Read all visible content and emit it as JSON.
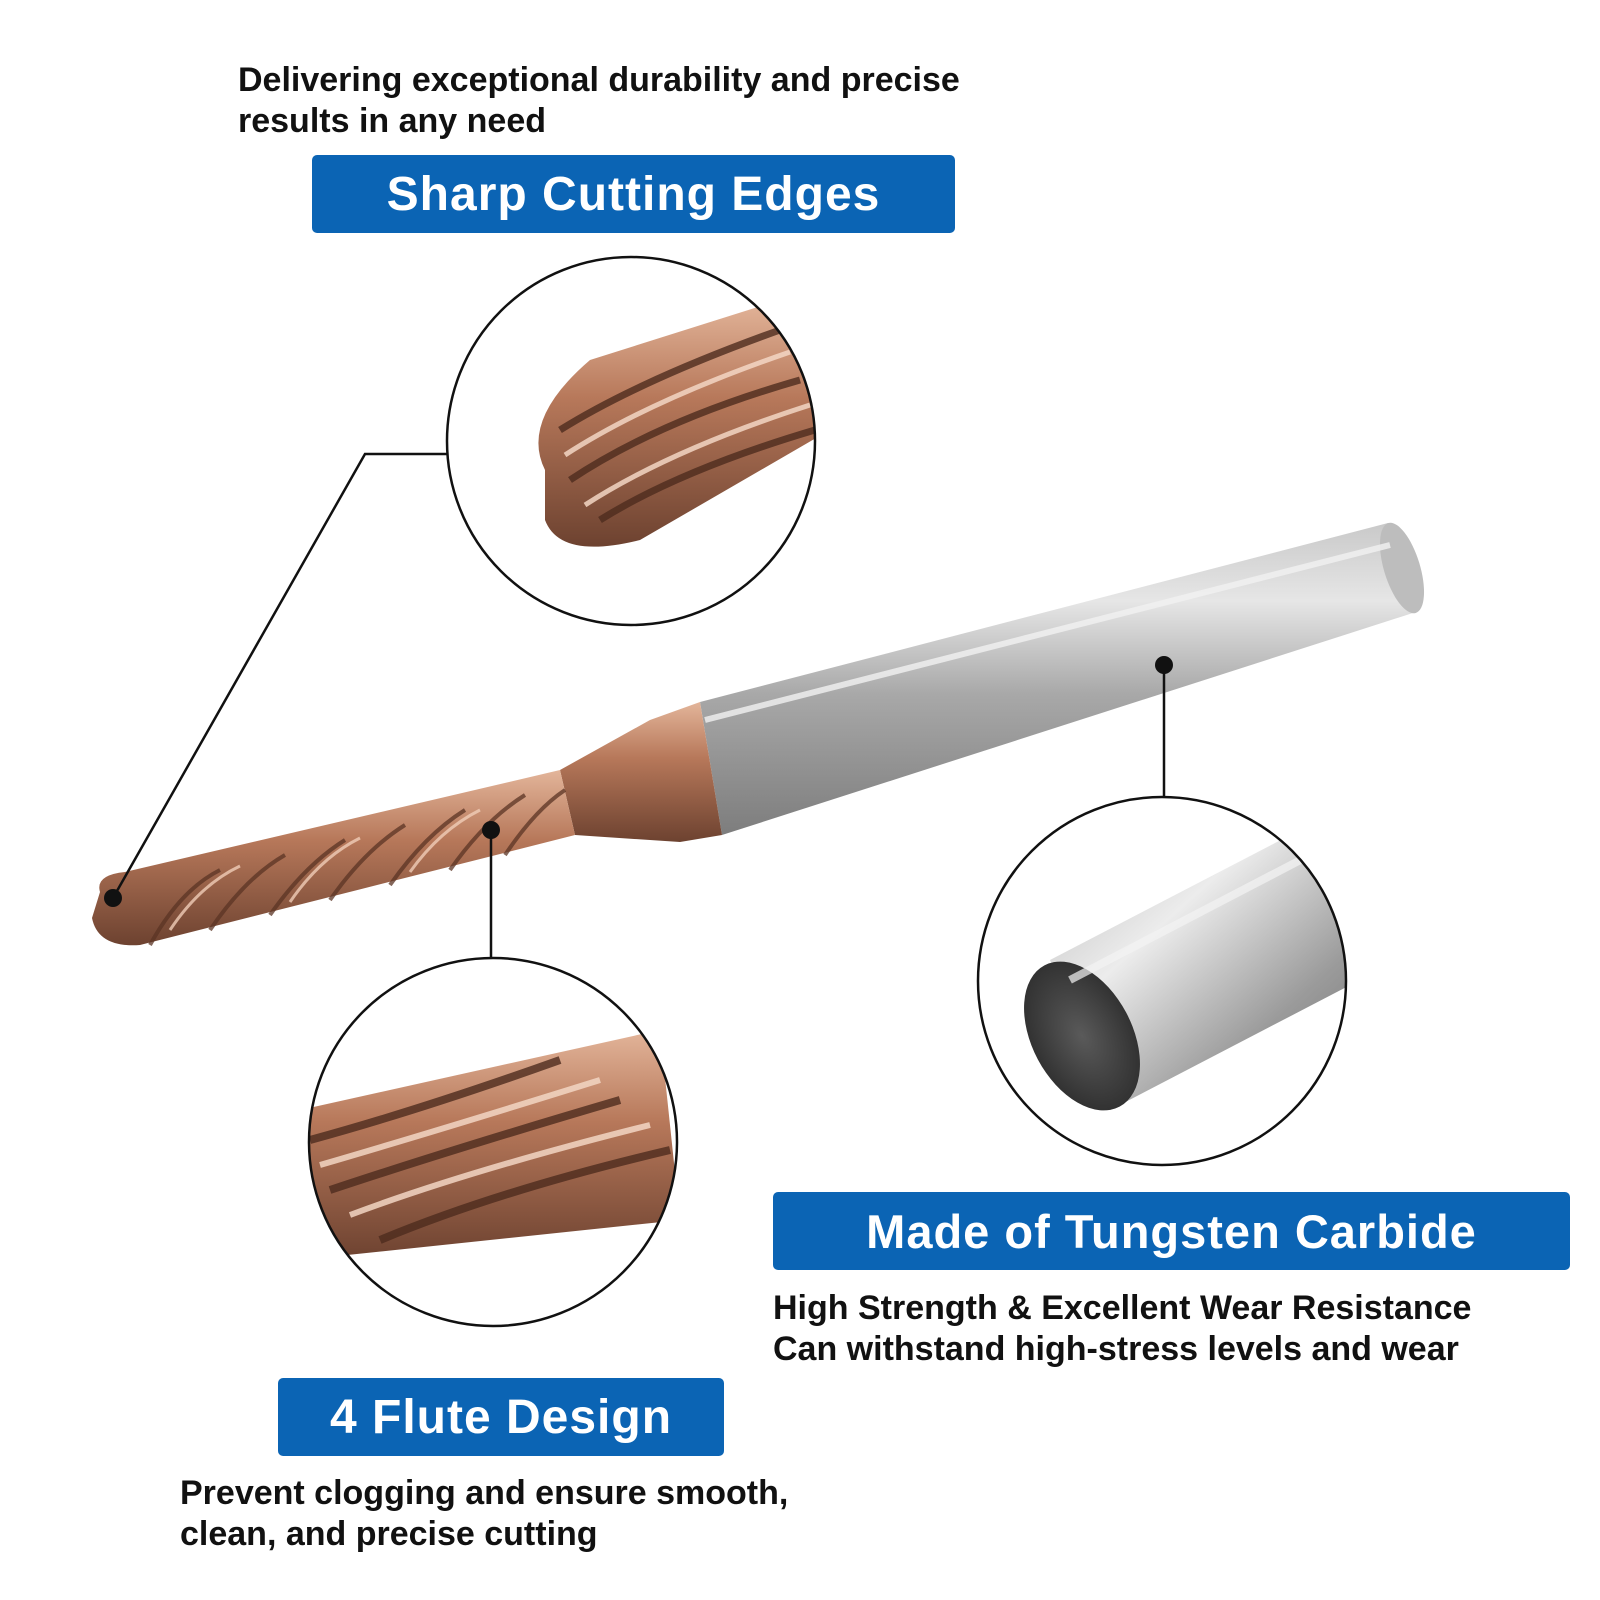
{
  "features": {
    "sharp_edges": {
      "title": "Sharp Cutting Edges",
      "lines": [
        "Delivering exceptional durability and precise",
        "results in any need"
      ]
    },
    "flute_design": {
      "title": "4 Flute Design",
      "lines": [
        "Prevent clogging and ensure smooth,",
        "clean, and precise cutting"
      ]
    },
    "material": {
      "title": "Made of Tungsten Carbide",
      "lines": [
        "High Strength & Excellent Wear Resistance",
        "Can withstand high-stress levels and wear"
      ]
    }
  },
  "colors": {
    "banner": "#0b64b4",
    "copper": "#b07a5e",
    "steel": "#9a9a9a"
  }
}
